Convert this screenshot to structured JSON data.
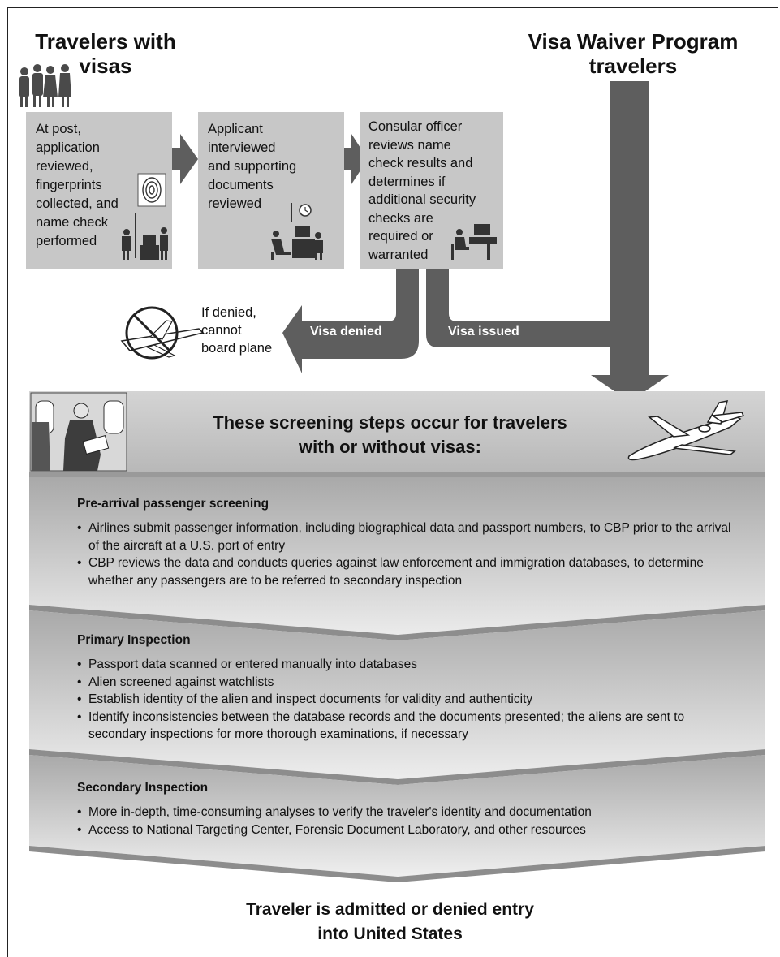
{
  "headers": {
    "left": "Travelers with visas",
    "left_line1": "Travelers with",
    "left_line2": "visas",
    "right_line1": "Visa Waiver Program",
    "right_line2": "travelers"
  },
  "steps": [
    {
      "lines": [
        "At post,",
        "application",
        "reviewed,",
        "fingerprints",
        "collected, and",
        "name check",
        "performed"
      ]
    },
    {
      "lines": [
        "Applicant",
        "interviewed",
        "and supporting",
        "documents",
        "reviewed"
      ]
    },
    {
      "lines": [
        "Consular officer",
        "reviews name",
        "check results and",
        "determines if",
        "additional security",
        "checks are",
        "required or",
        "warranted"
      ]
    }
  ],
  "branch": {
    "denied_label": "Visa denied",
    "issued_label": "Visa issued",
    "denied_note": [
      "If denied,",
      "cannot",
      "board plane"
    ]
  },
  "band": {
    "title_line1": "These screening steps occur for travelers",
    "title_line2": "with or without visas:"
  },
  "sections": [
    {
      "title": "Pre-arrival passenger screening",
      "bullets": [
        "Airlines submit passenger information, including biographical data and passport numbers, to CBP prior to the arrival of the aircraft at a U.S. port of entry",
        "CBP reviews the data and conducts queries against law enforcement and immigration databases, to determine whether any passengers are to be referred to secondary inspection"
      ]
    },
    {
      "title": "Primary Inspection",
      "bullets": [
        "Passport data scanned or entered manually into databases",
        "Alien screened against watchlists",
        "Establish identity of the alien and inspect documents for validity and authenticity",
        "Identify inconsistencies between the database records and the documents presented; the aliens are sent to secondary inspections for more thorough examinations, if necessary"
      ]
    },
    {
      "title": "Secondary Inspection",
      "bullets": [
        "More in-depth, time-consuming analyses to verify the traveler's identity and documentation",
        "Access to National Targeting Center, Forensic Document Laboratory, and other resources"
      ]
    }
  ],
  "outcome": {
    "line1": "Traveler is admitted or denied entry",
    "line2": "into United States"
  },
  "colors": {
    "arrow": "#5e5e5e",
    "box": "#c7c7c7",
    "band_top": "#a8a8a8",
    "band_bottom": "#ececec"
  }
}
